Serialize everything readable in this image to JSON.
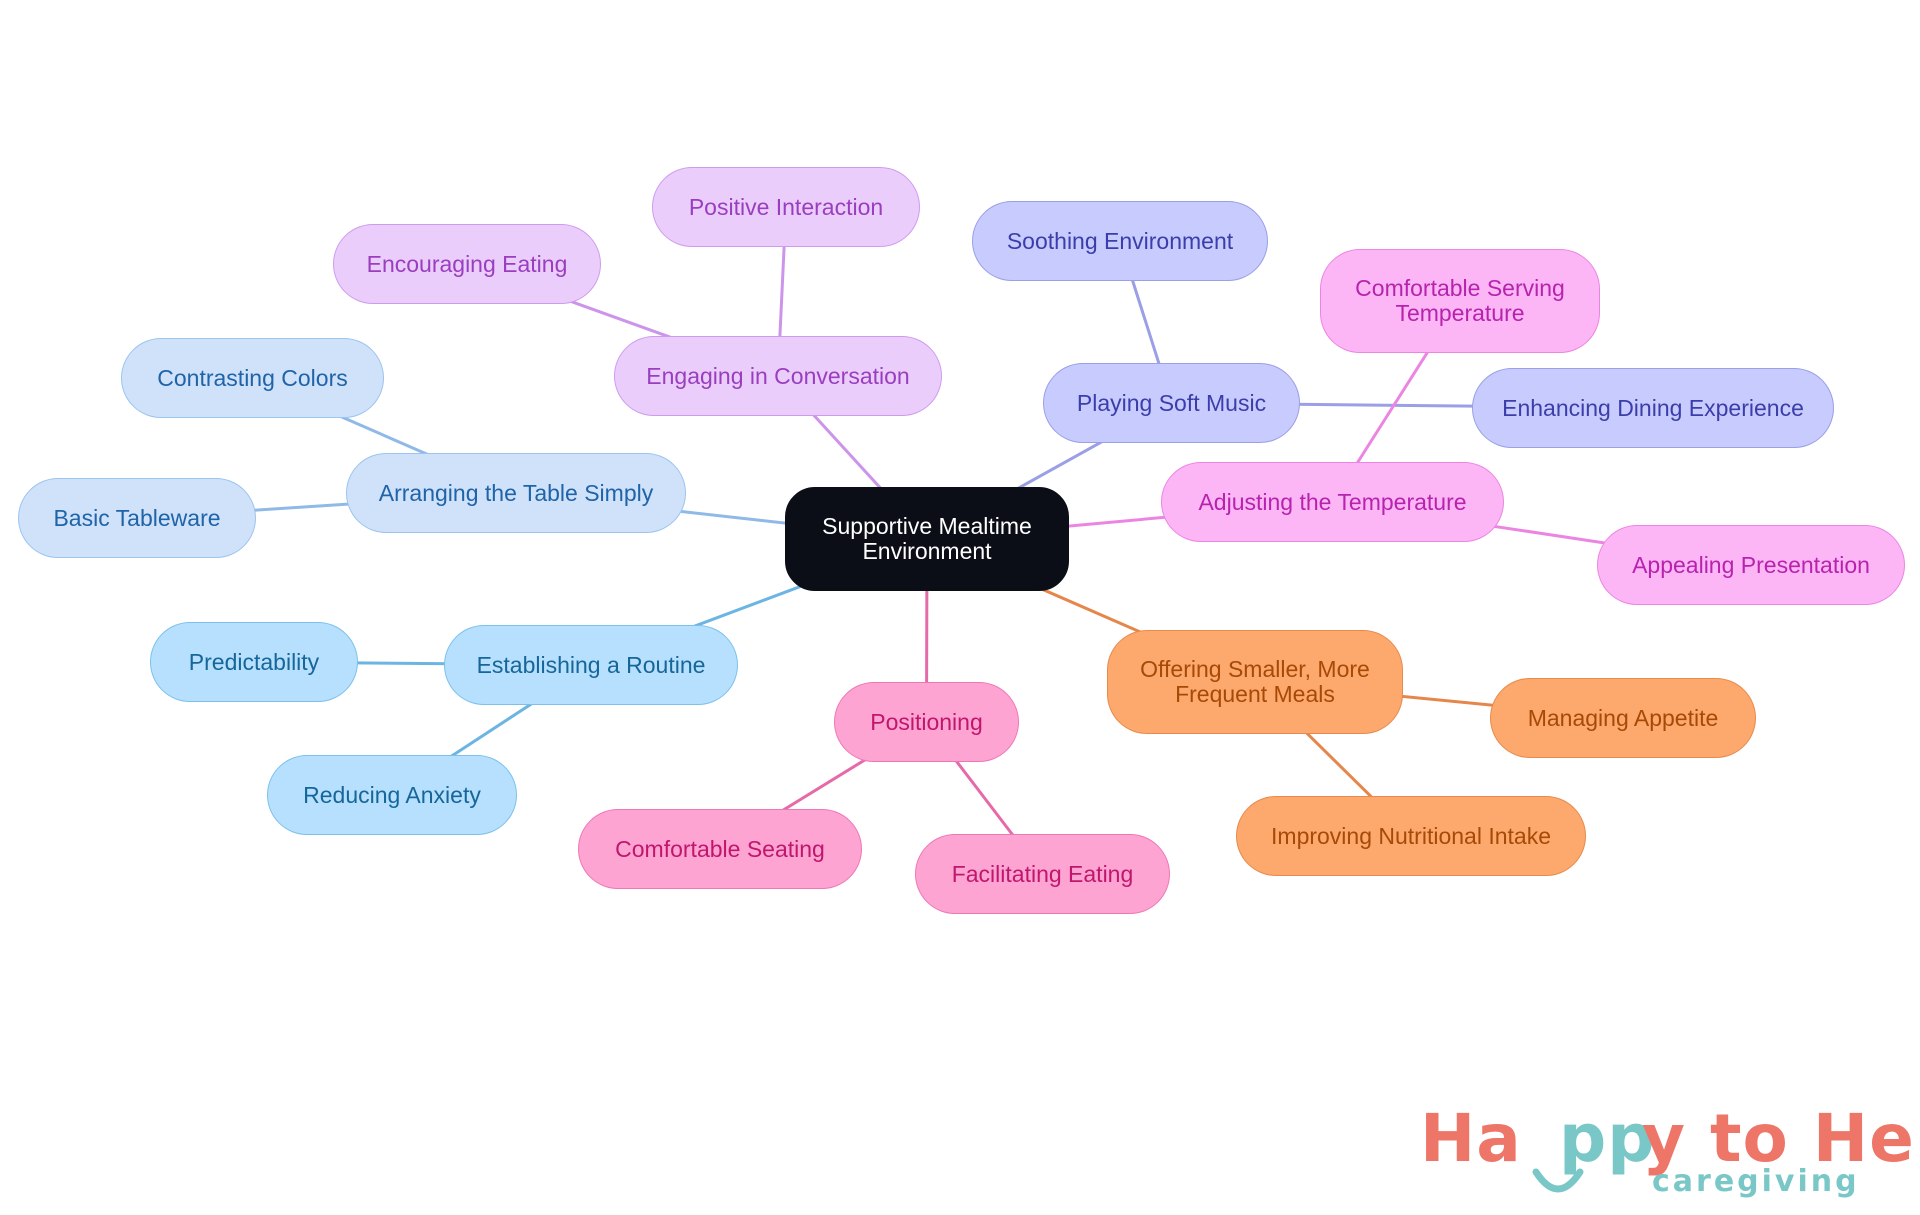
{
  "diagram": {
    "root": {
      "id": "root",
      "label": "Supportive Mealtime\nEnvironment",
      "fill": "#0b0e17",
      "border": "#0b0e17",
      "text": "#ffffff"
    },
    "branches": [
      {
        "id": "table",
        "label": "Arranging the Table Simply",
        "fill": "#cfe2fa",
        "border": "#9cc4ef",
        "text": "#1f63a8",
        "edge": "#8fb9e6",
        "children": [
          {
            "id": "contrast",
            "label": "Contrasting Colors"
          },
          {
            "id": "tableware",
            "label": "Basic Tableware"
          }
        ]
      },
      {
        "id": "routine",
        "label": "Establishing a Routine",
        "fill": "#b6e0fd",
        "border": "#7cc1ec",
        "text": "#17669a",
        "edge": "#6cb5e3",
        "children": [
          {
            "id": "predict",
            "label": "Predictability"
          },
          {
            "id": "anxiety",
            "label": "Reducing Anxiety"
          }
        ]
      },
      {
        "id": "convo",
        "label": "Engaging in Conversation",
        "fill": "#ebcdfb",
        "border": "#cf9ced",
        "text": "#9a3ec0",
        "edge": "#cc94ea",
        "children": [
          {
            "id": "positive",
            "label": "Positive Interaction"
          },
          {
            "id": "encourage",
            "label": "Encouraging Eating"
          }
        ]
      },
      {
        "id": "music",
        "label": "Playing Soft Music",
        "fill": "#c8cbfd",
        "border": "#9a9fe6",
        "text": "#3b3eaa",
        "edge": "#9a9fe6",
        "children": [
          {
            "id": "soothe",
            "label": "Soothing Environment"
          },
          {
            "id": "dining",
            "label": "Enhancing Dining Experience"
          }
        ]
      },
      {
        "id": "temp",
        "label": "Adjusting the Temperature",
        "fill": "#fcb6f6",
        "border": "#ec85e2",
        "text": "#b723ad",
        "edge": "#ec85e2",
        "children": [
          {
            "id": "serving",
            "label": "Comfortable Serving\nTemperature"
          },
          {
            "id": "appeal",
            "label": "Appealing Presentation"
          }
        ]
      },
      {
        "id": "meals",
        "label": "Offering Smaller, More\nFrequent Meals",
        "fill": "#fda86c",
        "border": "#e88a4c",
        "text": "#a74a08",
        "edge": "#e5864a",
        "children": [
          {
            "id": "appetite",
            "label": "Managing Appetite"
          },
          {
            "id": "nutrition",
            "label": "Improving Nutritional Intake"
          }
        ]
      },
      {
        "id": "position",
        "label": "Positioning",
        "fill": "#fda4d2",
        "border": "#ee78b6",
        "text": "#c1166d",
        "edge": "#e66aa8",
        "children": [
          {
            "id": "seating",
            "label": "Comfortable Seating"
          },
          {
            "id": "facilitate",
            "label": "Facilitating Eating"
          }
        ]
      }
    ]
  },
  "logo": {
    "part1": "Ha",
    "part2": "pp",
    "part3": "y to Help",
    "tagline": "caregiving"
  }
}
